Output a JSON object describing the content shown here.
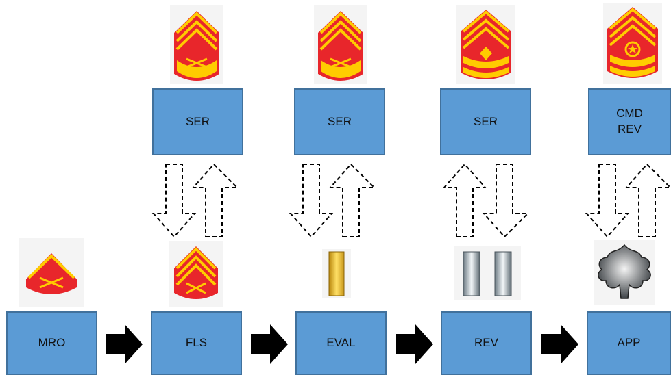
{
  "bottom_row": [
    {
      "label": "MRO",
      "insignia": "lance-corporal-chevron-icon"
    },
    {
      "label": "FLS",
      "insignia": "sergeant-chevron-icon"
    },
    {
      "label": "EVAL",
      "insignia": "second-lieutenant-gold-bar-icon"
    },
    {
      "label": "REV",
      "insignia": "captain-silver-bars-icon"
    },
    {
      "label": "APP",
      "insignia": "lieutenant-colonel-oak-leaf-icon"
    }
  ],
  "top_row": [
    {
      "label": "SER",
      "insignia": "staff-sergeant-chevron-icon"
    },
    {
      "label": "SER",
      "insignia": "staff-sergeant-chevron-icon"
    },
    {
      "label": "SER",
      "insignia": "first-sergeant-chevron-icon"
    },
    {
      "label": "CMD\nREV",
      "insignia": "sergeant-major-chevron-icon"
    }
  ],
  "colors": {
    "box_fill": "#5b9bd5",
    "box_border": "#41719c",
    "chevron_red": "#e8262b",
    "chevron_yellow": "#ffcc00",
    "flow_arrow": "#000000"
  }
}
